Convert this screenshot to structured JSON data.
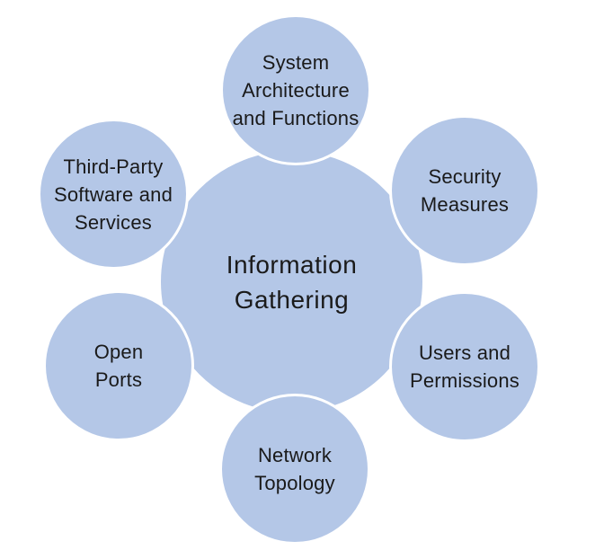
{
  "diagram": {
    "fill_color": "#b4c7e7",
    "border_color": "#ffffff",
    "center": {
      "label": "Information\nGathering"
    },
    "nodes": [
      {
        "id": "system-architecture",
        "label": "System\nArchitecture\nand Functions"
      },
      {
        "id": "security-measures",
        "label": "Security\nMeasures"
      },
      {
        "id": "users-permissions",
        "label": "Users and\nPermissions"
      },
      {
        "id": "network-topology",
        "label": "Network\nTopology"
      },
      {
        "id": "open-ports",
        "label": "Open\nPorts"
      },
      {
        "id": "third-party",
        "label": "Third-Party\nSoftware and\nServices"
      }
    ]
  }
}
